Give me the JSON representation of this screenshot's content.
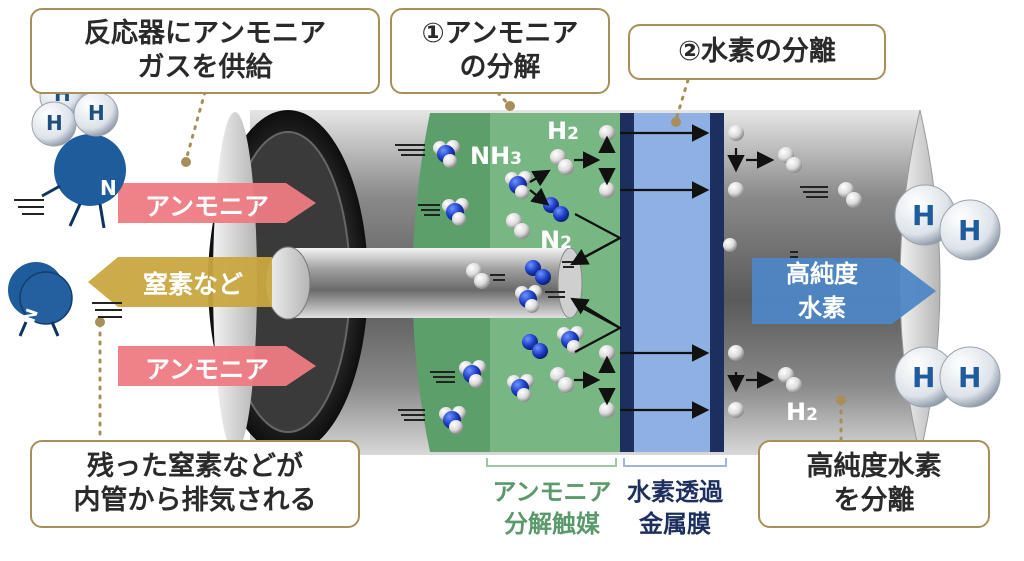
{
  "callouts": {
    "supply_line1": "反応器にアンモニア",
    "supply_line2": "ガスを供給",
    "decompose_line1": "①アンモニア",
    "decompose_line2": "の分解",
    "separate": "②水素の分離",
    "exhaust_line1": "残った窒素などが",
    "exhaust_line2": "内管から排気される",
    "purify_line1": "高純度水素",
    "purify_line2": "を分離"
  },
  "arrows": {
    "ammonia_top": "アンモニア",
    "nitrogen": "窒素など",
    "ammonia_bottom": "アンモニア",
    "product_line1": "高純度",
    "product_line2": "水素"
  },
  "labels": {
    "nh3": "NH",
    "nh3_sub": "3",
    "h2_top": "H",
    "h2_top_sub": "2",
    "n2": "N",
    "n2_sub": "2",
    "h2_right": "H",
    "h2_right_sub": "2"
  },
  "bottom_labels": {
    "catalyst_line1": "アンモニア",
    "catalyst_line2": "分解触媒",
    "membrane_line1": "水素透過",
    "membrane_line2": "金属膜"
  },
  "characters": {
    "hydrogen_letter": "H",
    "nitrogen_letter": "N"
  },
  "colors": {
    "callout_border": "#a88f5a",
    "ammonia_arrow": "#ee7b83",
    "nitrogen_arrow": "#c9a640",
    "product_arrow": "#4d86c4",
    "catalyst_green": "#6fae7a",
    "membrane_blue": "#8fb0e2",
    "membrane_dark": "#1d2f5e",
    "catalyst_text": "#5a9a6a",
    "membrane_text": "#1d2f5e"
  }
}
